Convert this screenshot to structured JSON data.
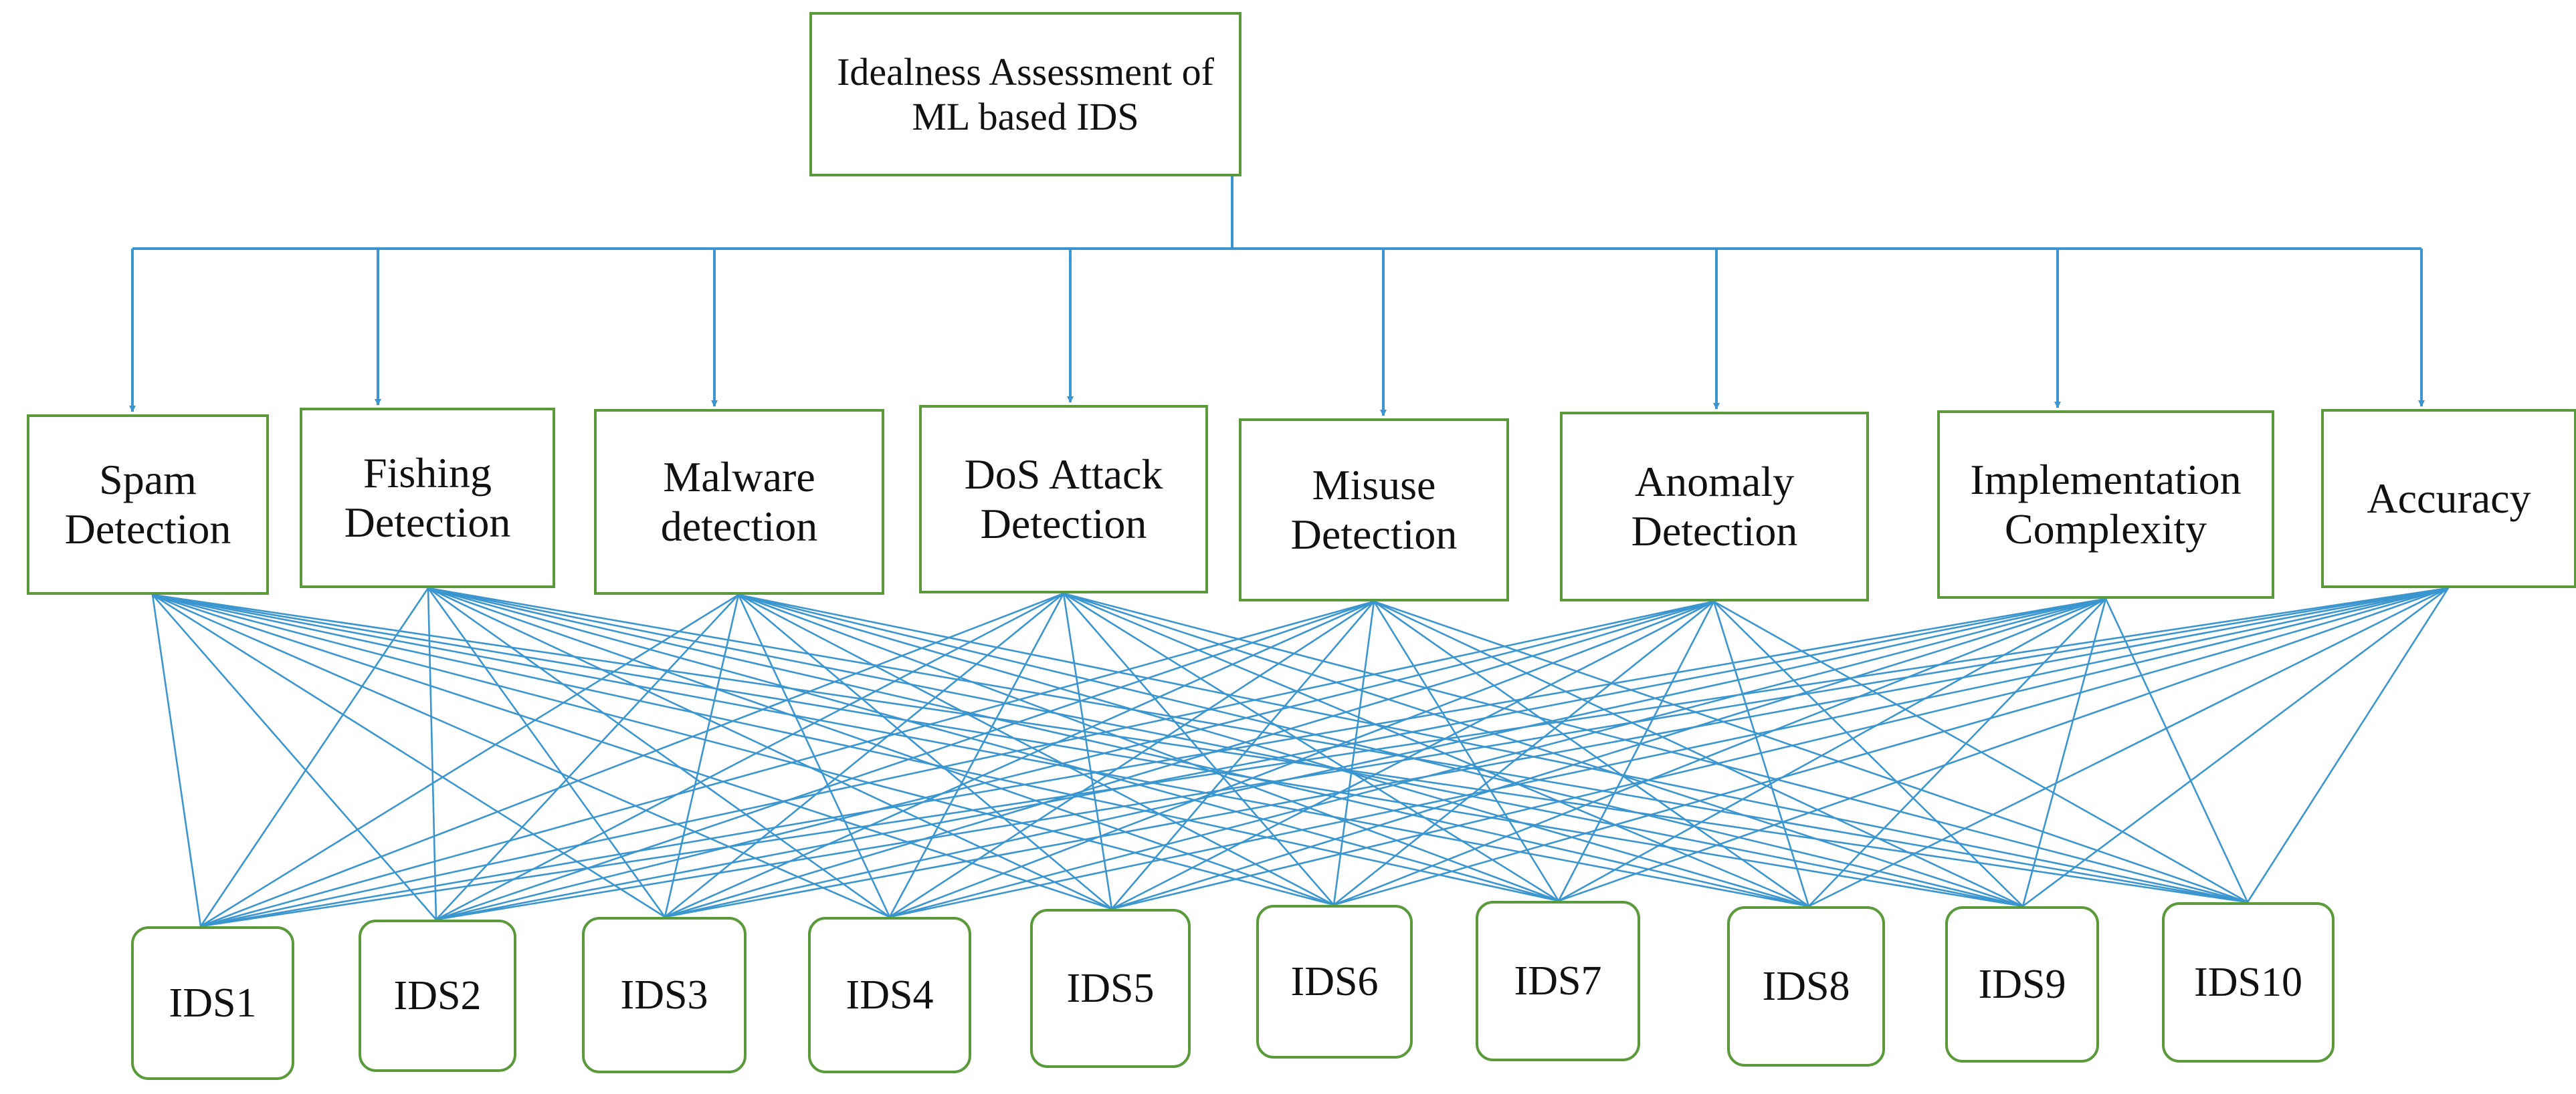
{
  "title": "Idealness Assessment of ML  based IDS",
  "criteria": [
    "Spam\nDetection",
    "Fishing\nDetection",
    "Malware\ndetection",
    "DoS Attack\nDetection",
    "Misuse\nDetection",
    "Anomaly\nDetection",
    "Implementation\nComplexity",
    "Accuracy"
  ],
  "alternatives": [
    "IDS1",
    "IDS2",
    "IDS3",
    "IDS4",
    "IDS5",
    "IDS6",
    "IDS7",
    "IDS8",
    "IDS9",
    "IDS10"
  ],
  "colors": {
    "line": "#3b96cf",
    "box_border": "#5a9a3a"
  }
}
